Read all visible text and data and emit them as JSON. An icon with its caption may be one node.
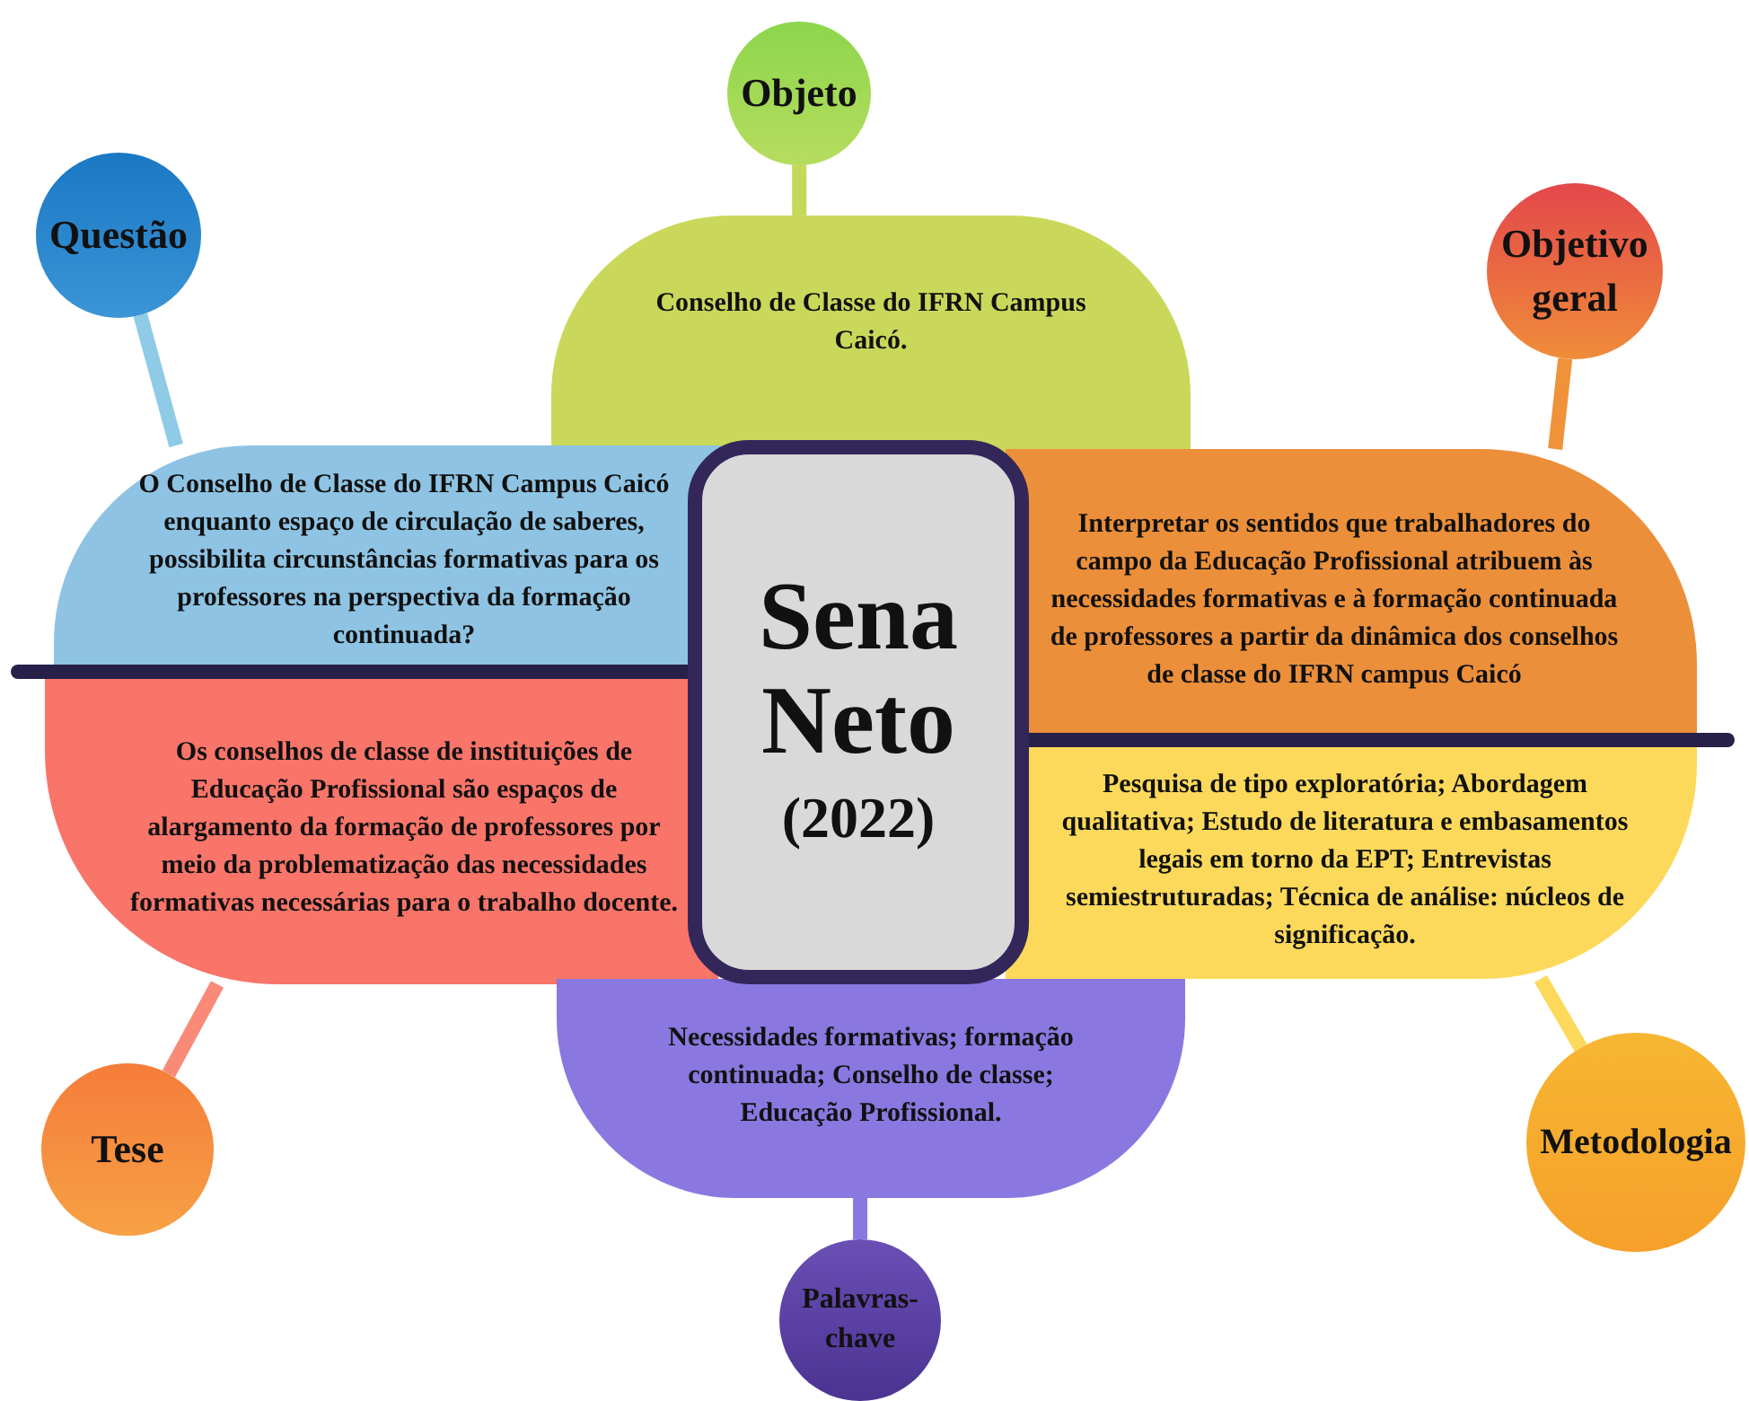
{
  "diagram": {
    "nodes": [
      {
        "text": [
          "Sena Neto",
          "(2022)"
        ]
      },
      {
        "text": [
          "Objeto"
        ]
      },
      {
        "text": [
          "Conselho de Classe do IFRN Campus Caicó."
        ]
      },
      {
        "text": [
          "Questão"
        ]
      },
      {
        "text": [
          "O Conselho de Classe do IFRN Campus Caicó enquanto espaço de circulação de saberes, possibilita circunstâncias formativas para os professores na perspectiva da formação continuada?"
        ]
      },
      {
        "text": [
          "Objetivo geral"
        ]
      },
      {
        "text": [
          "Interpretar os sentidos que trabalhadores do campo da Educação Profissional atribuem às necessidades formativas e à formação continuada de professores a partir da dinâmica dos conselhos de classe do IFRN campus Caicó"
        ]
      },
      {
        "text": [
          "Tese"
        ]
      },
      {
        "text": [
          "Os conselhos de classe de instituições de Educação Profissional são espaços de alargamento da formação de professores por meio da problematização das necessidades formativas necessárias para o trabalho docente."
        ]
      },
      {
        "text": [
          "Metodologia"
        ]
      },
      {
        "text": [
          "Pesquisa de tipo exploratória; Abordagem qualitativa; Estudo de literatura e embasamentos legais em torno da EPT; Entrevistas semiestruturadas; Técnica de análise: núcleos de significação."
        ]
      },
      {
        "text": [
          "Palavras-chave"
        ]
      },
      {
        "text": [
          "Necessidades formativas; formação continuada; Conselho de classe; Educação Profissional."
        ]
      }
    ],
    "edges": [
      {
        "from": 1,
        "to": 2,
        "arrow": "none",
        "color": "#c5d85a"
      },
      {
        "from": 3,
        "to": 4,
        "arrow": "none",
        "color": "#8fcbe6"
      },
      {
        "from": 5,
        "to": 6,
        "arrow": "none",
        "color": "#f0923a"
      },
      {
        "from": 7,
        "to": 8,
        "arrow": "none",
        "color": "#f98a78"
      },
      {
        "from": 9,
        "to": 10,
        "arrow": "none",
        "color": "#fcd95a"
      },
      {
        "from": 11,
        "to": 12,
        "arrow": "none",
        "color": "#8a78e0"
      }
    ]
  }
}
